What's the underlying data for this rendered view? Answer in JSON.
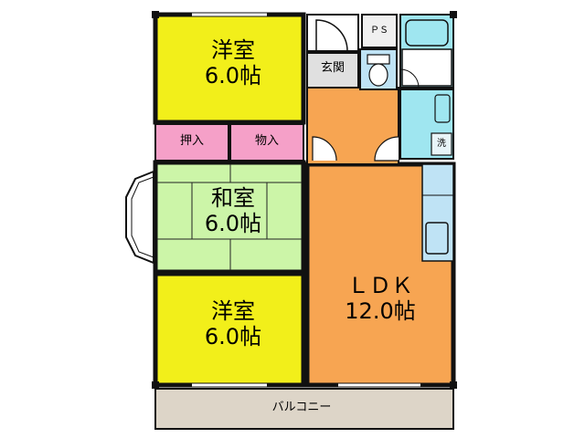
{
  "rooms": {
    "western_top": {
      "name": "洋室",
      "size": "6.0帖",
      "color": "#f2ef1a"
    },
    "japanese": {
      "name": "和室",
      "size": "6.0帖",
      "color": "#ccf5a8"
    },
    "western_bottom": {
      "name": "洋室",
      "size": "6.0帖",
      "color": "#f2ef1a"
    },
    "ldk": {
      "name": "ＬＤＫ",
      "size": "12.0帖",
      "color": "#f7a552"
    },
    "entrance": {
      "name": "玄関",
      "color": "#e0e0e0"
    },
    "oshiire": {
      "name": "押入",
      "color": "#f5a0c8"
    },
    "monoire": {
      "name": "物入",
      "color": "#f5a0c8"
    },
    "ps": {
      "name": "ＰＳ"
    },
    "washer": {
      "name": "洗"
    },
    "balcony": {
      "name": "バルコニー",
      "color": "#ddd5c8"
    }
  },
  "colors": {
    "wall": "#111111",
    "bath": "#9fe6f0",
    "fixture": "#bfe3f5",
    "hall": "#f7a552",
    "kitchen": "#bfe3f5"
  }
}
